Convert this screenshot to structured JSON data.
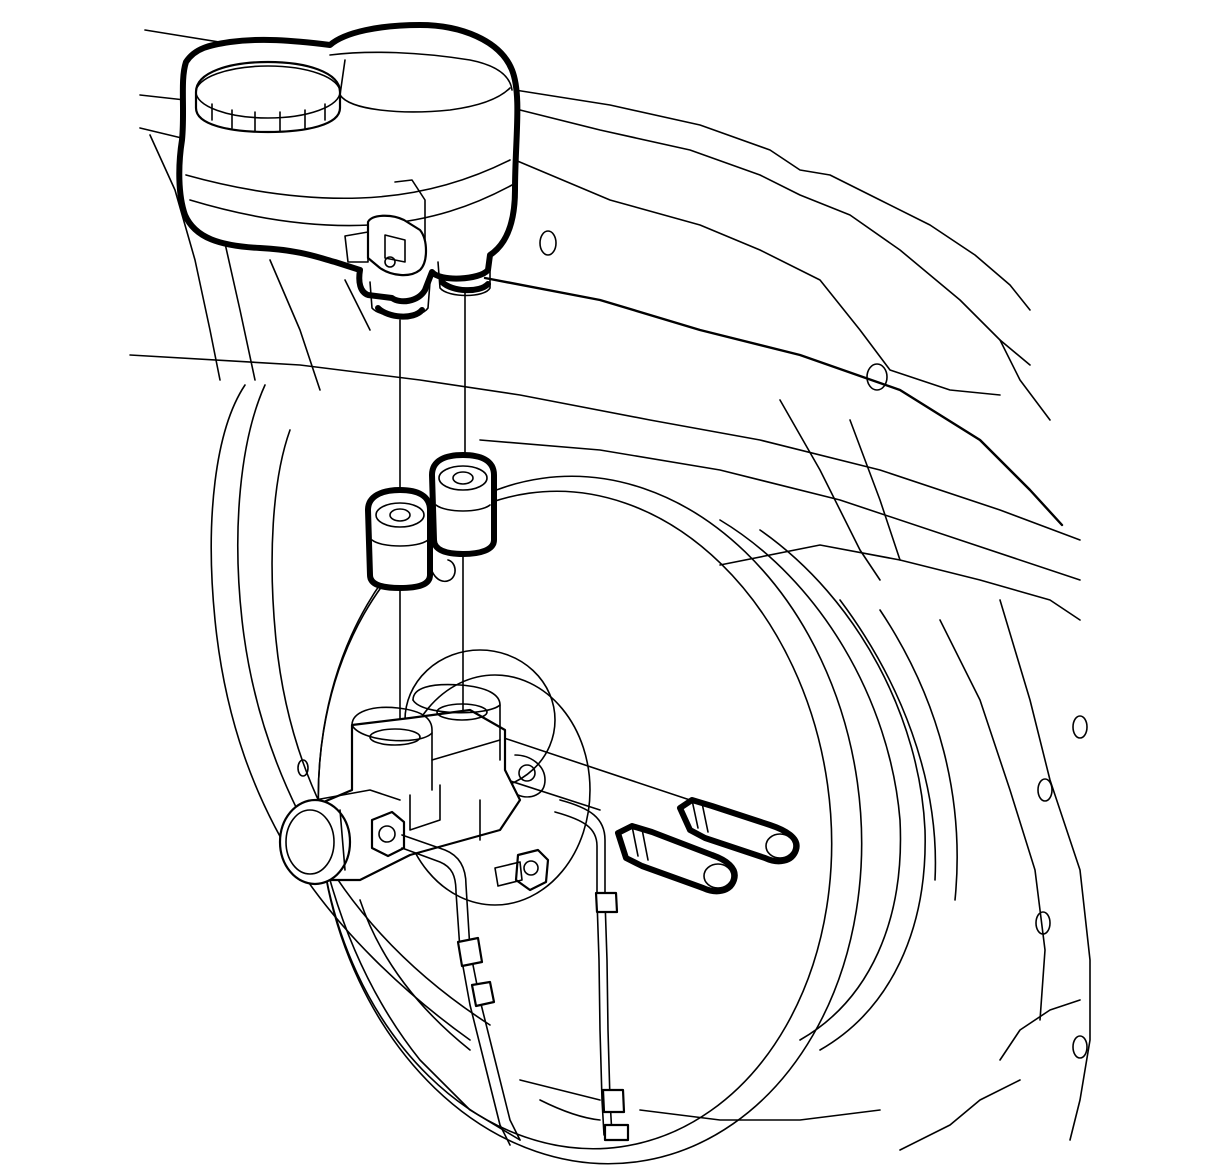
{
  "diagram": {
    "parts": [
      {
        "id": "reservoir",
        "label": ""
      },
      {
        "id": "reservoir-cap",
        "label": ""
      },
      {
        "id": "grommet-rear",
        "label": ""
      },
      {
        "id": "grommet-front",
        "label": ""
      },
      {
        "id": "master-cylinder",
        "label": ""
      },
      {
        "id": "retaining-pin-upper",
        "label": ""
      },
      {
        "id": "retaining-pin-lower",
        "label": ""
      },
      {
        "id": "brake-booster",
        "label": ""
      },
      {
        "id": "brake-pipe-left",
        "label": ""
      },
      {
        "id": "brake-pipe-right",
        "label": ""
      }
    ],
    "highlight_color": "#000000",
    "line_color": "#000000",
    "background_color": "#ffffff"
  }
}
